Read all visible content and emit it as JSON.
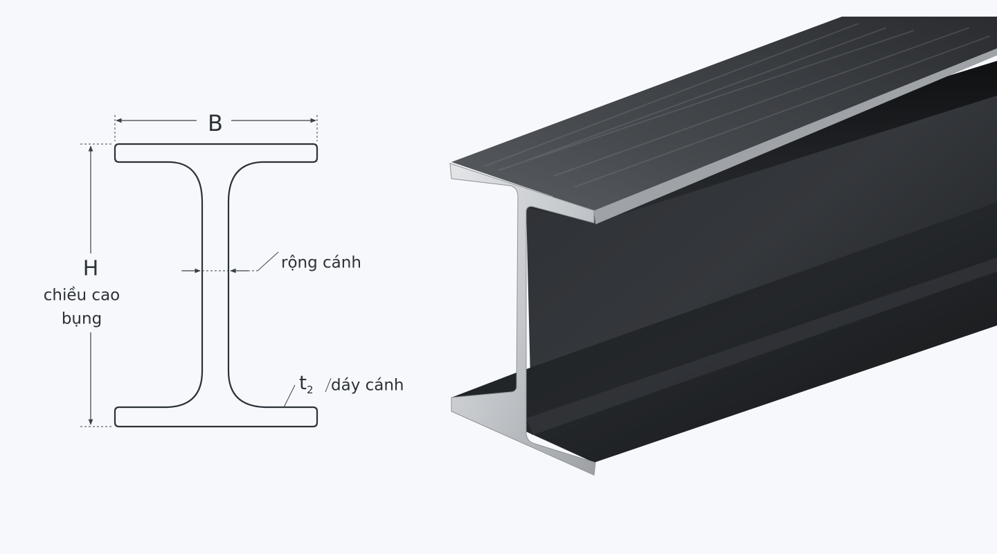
{
  "diagram": {
    "width_label": "B",
    "height_label": "H",
    "height_desc_line1": "chiều cao",
    "height_desc_line2": "bụng",
    "web_label": "rộng cánh",
    "flange_symbol": "t",
    "flange_symbol_sub": "2",
    "flange_label": "dáy cánh"
  },
  "colors": {
    "background": "#f6f8fb",
    "outline": "#2b3138",
    "dimension_line": "#3a4047",
    "steel_dark": "#1f2226",
    "steel_light": "#c9ccd0"
  },
  "photo": {
    "subject": "steel-i-beam-photo"
  }
}
